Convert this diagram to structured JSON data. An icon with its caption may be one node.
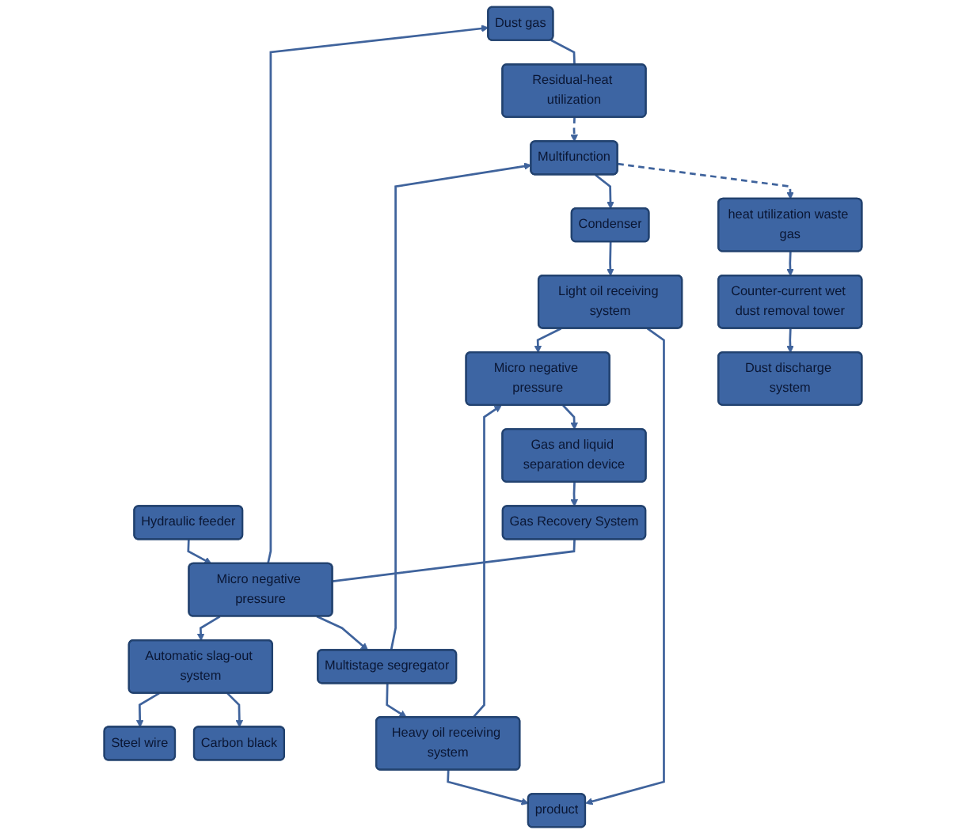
{
  "diagram": {
    "nodes": [
      {
        "text": [
          "Dust discharge system"
        ]
      },
      {
        "text": [
          "Counter-current wet dust removal tower"
        ]
      },
      {
        "text": [
          "heat utilization waste gas"
        ]
      },
      {
        "text": [
          "Dust gas"
        ]
      },
      {
        "text": [
          "Residual-heat utilization"
        ]
      },
      {
        "text": [
          "Hydraulic feeder"
        ]
      },
      {
        "text": [
          "Micro negative pressure"
        ]
      },
      {
        "text": [
          "Multistage segregator"
        ]
      },
      {
        "text": [
          "Multifunction"
        ]
      },
      {
        "text": [
          "Automatic slag-out system"
        ]
      },
      {
        "text": [
          "Gas Recovery System"
        ]
      },
      {
        "text": [
          "Heavy oil receiving system"
        ]
      },
      {
        "text": [
          "Condenser"
        ]
      },
      {
        "text": [
          "Carbon black"
        ]
      },
      {
        "text": [
          "Steel wire"
        ]
      },
      {
        "text": [
          "Gas and liquid separation device"
        ]
      },
      {
        "text": [
          "Micro negative pressure"
        ]
      },
      {
        "text": [
          "product"
        ]
      },
      {
        "text": [
          "Light oil receiving system"
        ]
      }
    ],
    "edges": [
      {
        "from": 1,
        "to": 0,
        "arrow": "to"
      },
      {
        "from": 2,
        "to": 1,
        "arrow": "to"
      },
      {
        "from": 6,
        "to": 3,
        "arrow": "to"
      },
      {
        "from": 3,
        "to": 4,
        "arrow": "none"
      },
      {
        "from": 4,
        "to": 8,
        "arrow": "to",
        "style": "dashed"
      },
      {
        "from": 8,
        "to": 2,
        "arrow": "to",
        "style": "dashed"
      },
      {
        "from": 5,
        "to": 6,
        "arrow": "to"
      },
      {
        "from": 6,
        "to": 7,
        "arrow": "to"
      },
      {
        "from": 7,
        "to": 8,
        "arrow": "to"
      },
      {
        "from": 6,
        "to": 9,
        "arrow": "to"
      },
      {
        "from": 10,
        "to": 6,
        "arrow": "none"
      },
      {
        "from": 7,
        "to": 11,
        "arrow": "to"
      },
      {
        "from": 8,
        "to": 12,
        "arrow": "to"
      },
      {
        "from": 11,
        "to": 16,
        "arrow": "to"
      },
      {
        "from": 11,
        "to": 17,
        "arrow": "to"
      },
      {
        "from": 12,
        "to": 18,
        "arrow": "to"
      },
      {
        "from": 18,
        "to": 17,
        "arrow": "to"
      },
      {
        "from": 18,
        "to": 16,
        "arrow": "to"
      },
      {
        "from": 16,
        "to": 15,
        "arrow": "to"
      },
      {
        "from": 15,
        "to": 10,
        "arrow": "to"
      },
      {
        "from": 9,
        "to": 13,
        "arrow": "to"
      },
      {
        "from": 9,
        "to": 14,
        "arrow": "to"
      }
    ]
  }
}
